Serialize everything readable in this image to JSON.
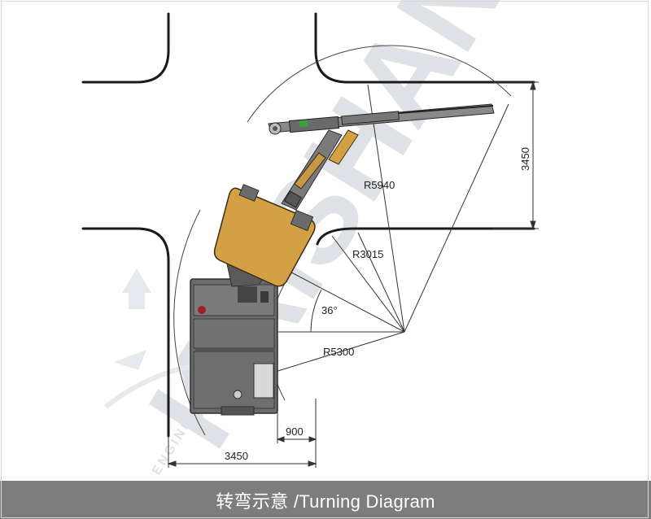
{
  "caption": "转弯示意 /Turning Diagram",
  "dimensions": {
    "outer_radius": "R5940",
    "middle_radius": "R5300",
    "inner_radius": "R3015",
    "angle": "36°",
    "side_width": "3450",
    "bottom_width": "3450",
    "offset": "900"
  },
  "watermark": {
    "brand": "KAISHAN",
    "tagline": "ENGINEERING EQUIPMENT"
  },
  "colors": {
    "road_line": "#1a1a1a",
    "machine_body": "#d4a044",
    "machine_dark": "#5a5a5a",
    "dimension_line": "#333333",
    "caption_bg": "#7d7d7d",
    "watermark": "#d9dde2"
  }
}
